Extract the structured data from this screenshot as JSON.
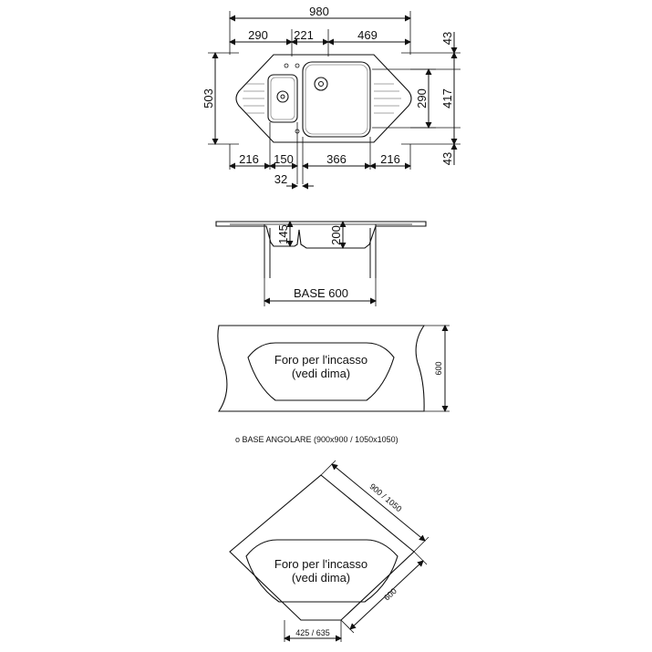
{
  "top_view": {
    "width_total": "980",
    "width_left": "290",
    "width_mid": "221",
    "width_right": "469",
    "height_total": "503",
    "right_top": "43",
    "right_mid": "417",
    "right_bottom": "43",
    "bowl_height": "290",
    "bottom_a": "216",
    "bottom_b": "150",
    "bottom_c": "366",
    "bottom_d": "216",
    "bottom_offset": "32"
  },
  "section_view": {
    "depth_small": "145",
    "depth_large": "200",
    "base_label": "BASE 600"
  },
  "base_cutout": {
    "hole_line1": "Foro per l'incasso",
    "hole_line2": "(vedi dima)",
    "depth": "600"
  },
  "corner_base": {
    "caption": "o BASE ANGOLARE (900x900 / 1050x1050)",
    "hole_line1": "Foro per l'incasso",
    "hole_line2": "(vedi dima)",
    "side_dim": "900 / 1050",
    "depth_dim": "600",
    "bottom_dim": "425 / 635"
  }
}
